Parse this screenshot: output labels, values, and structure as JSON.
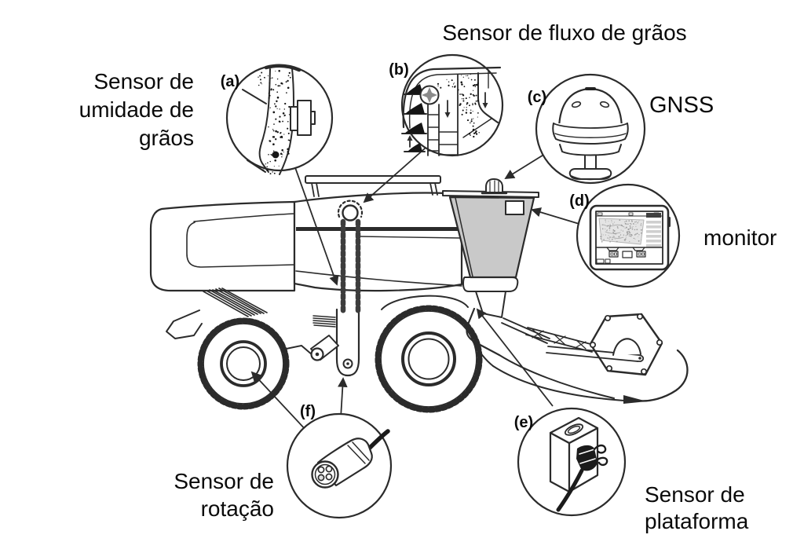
{
  "labels": {
    "grain_flow": "Sensor de fluxo de grãos",
    "grain_moisture": [
      "Sensor de",
      "umidade de",
      "grãos"
    ],
    "gnss": "GNSS",
    "monitor": "monitor",
    "rotation": [
      "Sensor de",
      "rotação"
    ],
    "platform": [
      "Sensor de",
      "plataforma"
    ]
  },
  "callouts": {
    "a": "(a)",
    "b": "(b)",
    "c": "(c)",
    "d": "(d)",
    "e": "(e)",
    "f": "(f)"
  },
  "colors": {
    "line": "#2b2b2b",
    "cab_fill": "#c9c9c9",
    "text": "#000000",
    "background": "#ffffff"
  }
}
